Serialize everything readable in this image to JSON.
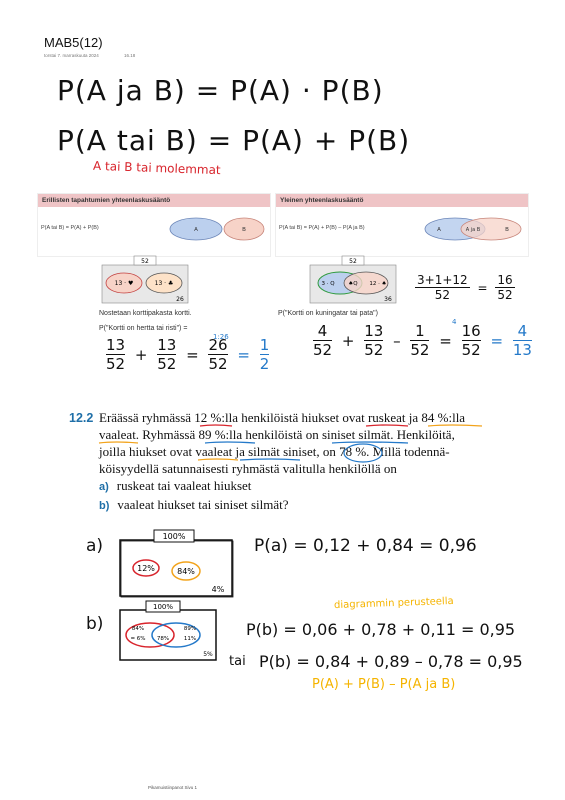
{
  "header": {
    "title": "MAB5(12)",
    "meta_date": "torstai 7. marraskuuta 2024",
    "meta_time": "16.18"
  },
  "handwritten_formulas": {
    "and_rule": "P(A ja B) = P(A) · P(B)",
    "or_rule": "P(A tai B) = P(A) + P(B)",
    "red_note": "A tai B tai molemmat"
  },
  "rule_boxes": {
    "left": {
      "title": "Erillisten tapahtumien yhteenlaskusääntö",
      "formula": "P(A tai B) = P(A) + P(B)",
      "label_a": "A",
      "label_b": "B"
    },
    "right": {
      "title": "Yleinen yhteenlaskusääntö",
      "formula": "P(A tai B) = P(A) + P(B) – P(A ja B)",
      "label_a": "A",
      "label_ab": "A ja B",
      "label_b": "B"
    }
  },
  "card_examples": {
    "left": {
      "total": "52",
      "a": "13 · ♥",
      "b": "13 · ♣",
      "rest": "26",
      "caption1": "Nostetaan korttipakasta kortti.",
      "caption2": "P(\"Kortti on hertta tai risti\") =",
      "calc_a": "13",
      "calc_b": "13",
      "calc_sum": "26",
      "den": "52",
      "note_top": "1:26",
      "result": "1",
      "result_den": "2"
    },
    "right": {
      "total": "52",
      "a": "3 · Q",
      "ab": "♠Q",
      "b": "12 · ♠",
      "rest": "36",
      "caption": "P(\"Kortti on kuningatar tai pata\")",
      "side_num": "3+1+12",
      "side_den": "52",
      "side_res_num": "16",
      "side_res_den": "52",
      "calc_a": "4",
      "calc_b": "13",
      "calc_c": "1",
      "calc_sum": "16",
      "den": "52",
      "note_top": "4",
      "result": "4",
      "result_den": "13"
    }
  },
  "problem": {
    "number": "12.2",
    "line1": "Eräässä ryhmässä 12 %:lla henkilöistä hiukset ovat ruskeat ja 84 %:lla",
    "line2": "vaaleat. Ryhmässä 89 %:lla henkilöistä on siniset silmät. Henkilöitä,",
    "line3": "joilla hiukset ovat vaaleat ja silmät siniset, on 78 %. Millä todennä-",
    "line4": "köisyydellä satunnaisesti ryhmästä valitulla henkilöllä on",
    "a_label": "a)",
    "a_text": "ruskeat tai vaaleat hiukset",
    "b_label": "b)",
    "b_text": "vaaleat hiukset tai siniset silmät?"
  },
  "solution": {
    "a_label": "a)",
    "a_box_total": "100%",
    "a_c1": "12%",
    "a_c2": "84%",
    "a_rest": "4%",
    "a_eq": "P(a) = 0,12 + 0,84 = 0,96",
    "b_label": "b)",
    "b_box_total": "100%",
    "b_c1": "84%",
    "b_c2": "89%",
    "b_c1_only": "= 6%",
    "b_overlap": "78%",
    "b_c2_only": "11%",
    "b_rest": "5%",
    "diagram_note": "diagrammin perusteella",
    "b_eq1": "P(b) = 0,06 + 0,78 + 0,11 = 0,95",
    "tai": "tai",
    "b_eq2": "P(b) = 0,84 + 0,89 – 0,78 = 0,95",
    "b_formula": "P(A) + P(B) – P(A ja B)"
  },
  "footer": {
    "text": "Pikamuistiinpanot Sivu 1"
  },
  "colors": {
    "red": "#d8242c",
    "blue": "#2479c9",
    "orange": "#f2a31b",
    "yellow_note": "#f5b400",
    "box_title_bg": "#efc4c6",
    "ellipse_blue": "#bcd0ee",
    "ellipse_pink": "#f7d3c8"
  }
}
